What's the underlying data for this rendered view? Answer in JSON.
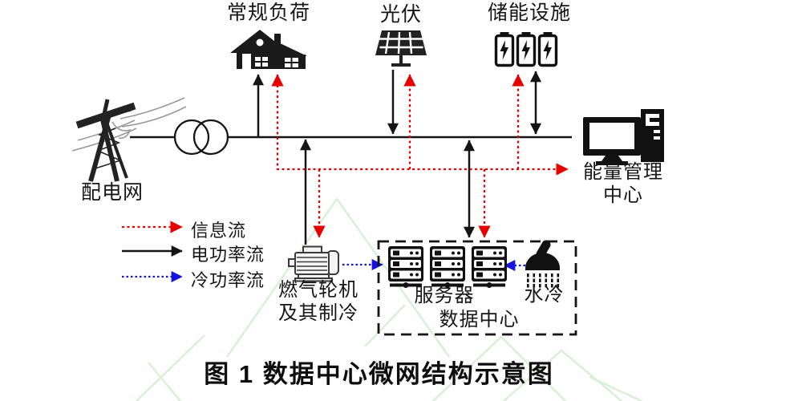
{
  "figure": {
    "caption": "图 1 数据中心微网结构示意图",
    "nodes": {
      "grid": {
        "label": "配电网"
      },
      "load": {
        "label": "常规负荷"
      },
      "pv": {
        "label": "光伏"
      },
      "storage": {
        "label": "储能设施"
      },
      "emc": {
        "label_line1": "能量管理",
        "label_line2": "中心"
      },
      "turbine": {
        "label_line1": "燃气轮机",
        "label_line2": "及其制冷"
      },
      "servers": {
        "label": "服务器"
      },
      "water_cooling": {
        "label": "水冷"
      },
      "datacenter": {
        "label": "数据中心"
      }
    },
    "legend": {
      "items": [
        {
          "label": "信息流",
          "style": "red-dashed-arrow"
        },
        {
          "label": "电功率流",
          "style": "black-solid-arrow"
        },
        {
          "label": "冷功率流",
          "style": "blue-dotted-arrow"
        }
      ]
    },
    "colors": {
      "info_flow": "#e60000",
      "power_flow": "#141414",
      "cold_flow": "#1414dc",
      "watermark": "#bfe7bb"
    }
  }
}
